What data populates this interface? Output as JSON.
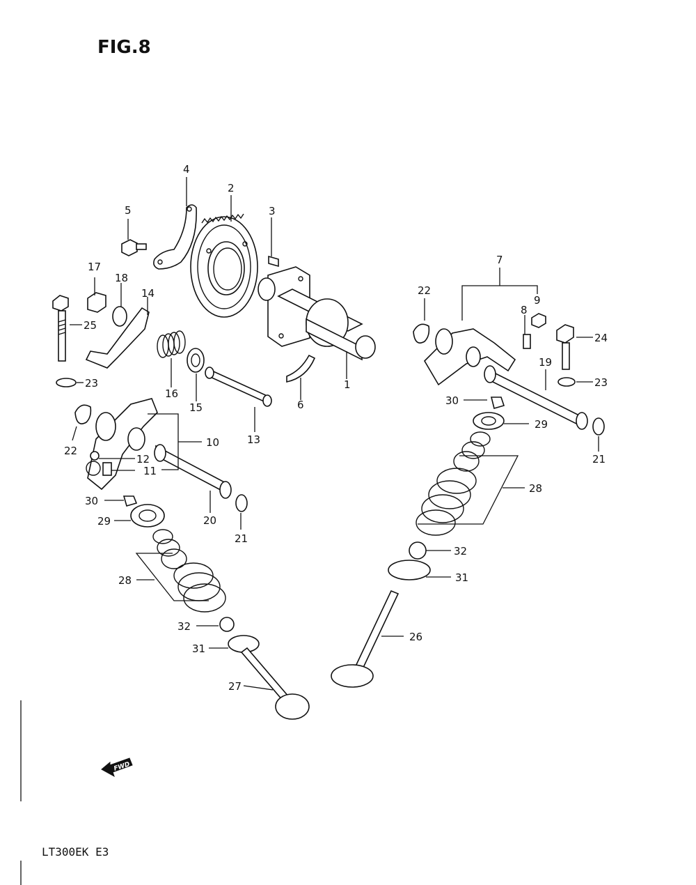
{
  "figure": {
    "title": "FIG.8",
    "model": "LT300EK  E3"
  },
  "fwd_arrow": {
    "label": "FWD",
    "icon": "fwd-arrow-icon"
  },
  "callouts": [
    {
      "id": "1",
      "text": "1"
    },
    {
      "id": "2",
      "text": "2"
    },
    {
      "id": "3",
      "text": "3"
    },
    {
      "id": "4",
      "text": "4"
    },
    {
      "id": "5",
      "text": "5"
    },
    {
      "id": "6",
      "text": "6"
    },
    {
      "id": "7",
      "text": "7"
    },
    {
      "id": "8",
      "text": "8"
    },
    {
      "id": "9",
      "text": "9"
    },
    {
      "id": "10",
      "text": "10"
    },
    {
      "id": "11",
      "text": "11"
    },
    {
      "id": "12",
      "text": "12"
    },
    {
      "id": "13",
      "text": "13"
    },
    {
      "id": "14",
      "text": "14"
    },
    {
      "id": "15",
      "text": "15"
    },
    {
      "id": "16",
      "text": "16"
    },
    {
      "id": "17",
      "text": "17"
    },
    {
      "id": "18",
      "text": "18"
    },
    {
      "id": "19",
      "text": "19"
    },
    {
      "id": "20",
      "text": "20"
    },
    {
      "id": "21",
      "text": "21"
    },
    {
      "id": "22",
      "text": "22"
    },
    {
      "id": "23",
      "text": "23"
    },
    {
      "id": "24",
      "text": "24"
    },
    {
      "id": "25",
      "text": "25"
    },
    {
      "id": "26",
      "text": "26"
    },
    {
      "id": "27",
      "text": "27"
    },
    {
      "id": "28",
      "text": "28"
    },
    {
      "id": "29",
      "text": "29"
    },
    {
      "id": "30",
      "text": "30"
    },
    {
      "id": "31",
      "text": "31"
    },
    {
      "id": "32",
      "text": "32"
    }
  ]
}
